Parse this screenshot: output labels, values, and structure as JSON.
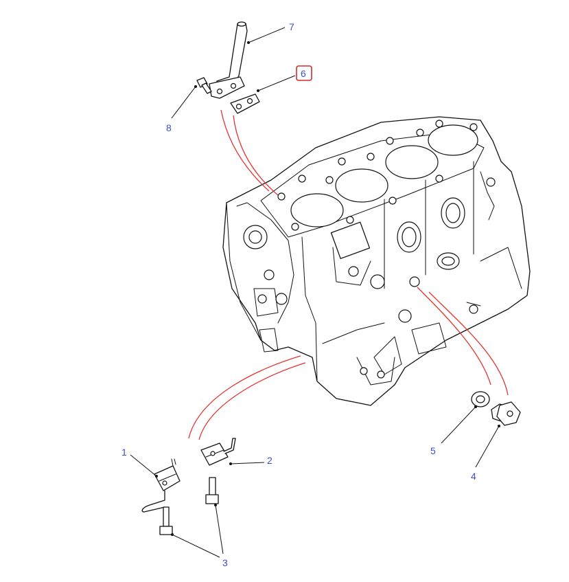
{
  "diagram": {
    "colors": {
      "callout_text": "#3b4fc4",
      "assembly_lines": "#e3342f",
      "highlight": "#d42a2a",
      "linework": "#111111"
    },
    "callouts": [
      {
        "id": "1",
        "label": "1",
        "highlighted": false
      },
      {
        "id": "2",
        "label": "2",
        "highlighted": false
      },
      {
        "id": "3",
        "label": "3",
        "highlighted": false
      },
      {
        "id": "4",
        "label": "4",
        "highlighted": false
      },
      {
        "id": "5",
        "label": "5",
        "highlighted": false
      },
      {
        "id": "6",
        "label": "6",
        "highlighted": true
      },
      {
        "id": "7",
        "label": "7",
        "highlighted": false
      },
      {
        "id": "8",
        "label": "8",
        "highlighted": false
      }
    ]
  }
}
